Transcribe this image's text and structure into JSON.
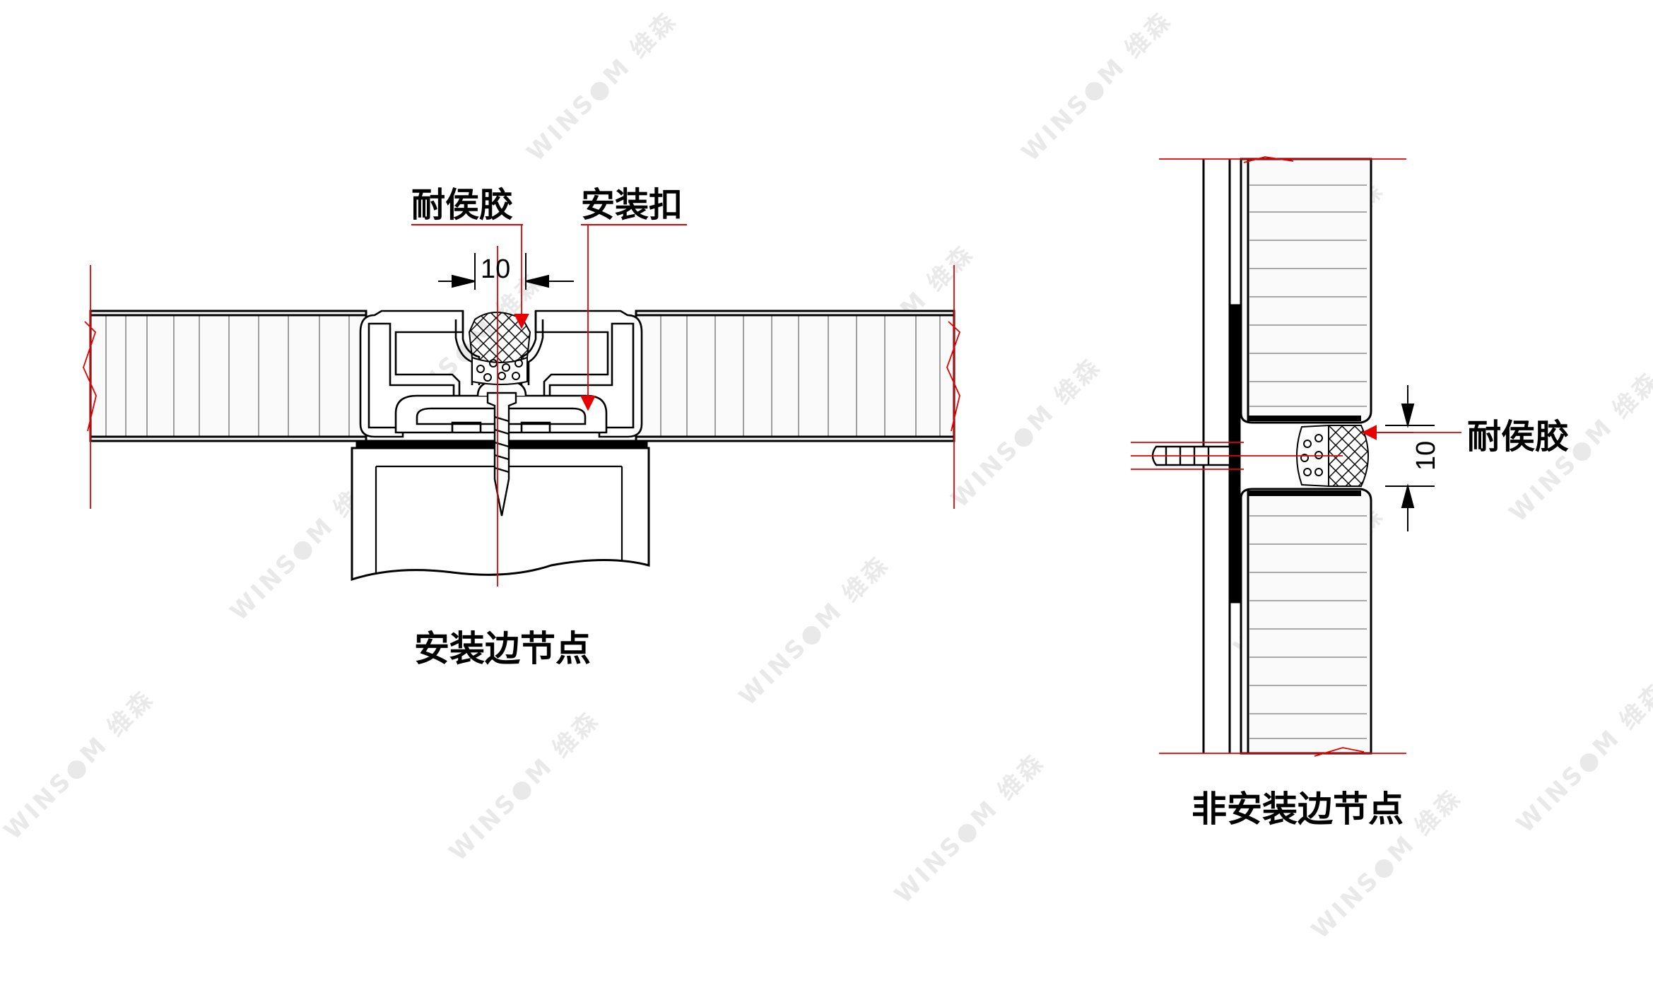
{
  "watermark": {
    "text": "WINS●M 维森",
    "color": "#e6e6e6"
  },
  "colors": {
    "line": "#000000",
    "red": "#e60000",
    "panel_core": "#f4f4f4"
  },
  "left_detail": {
    "label_sealant": "耐侯胶",
    "label_clip": "安装扣",
    "dimension": "10",
    "caption": "安装边节点"
  },
  "right_detail": {
    "label_sealant": "耐侯胶",
    "dimension": "10",
    "caption": "非安装边节点"
  }
}
